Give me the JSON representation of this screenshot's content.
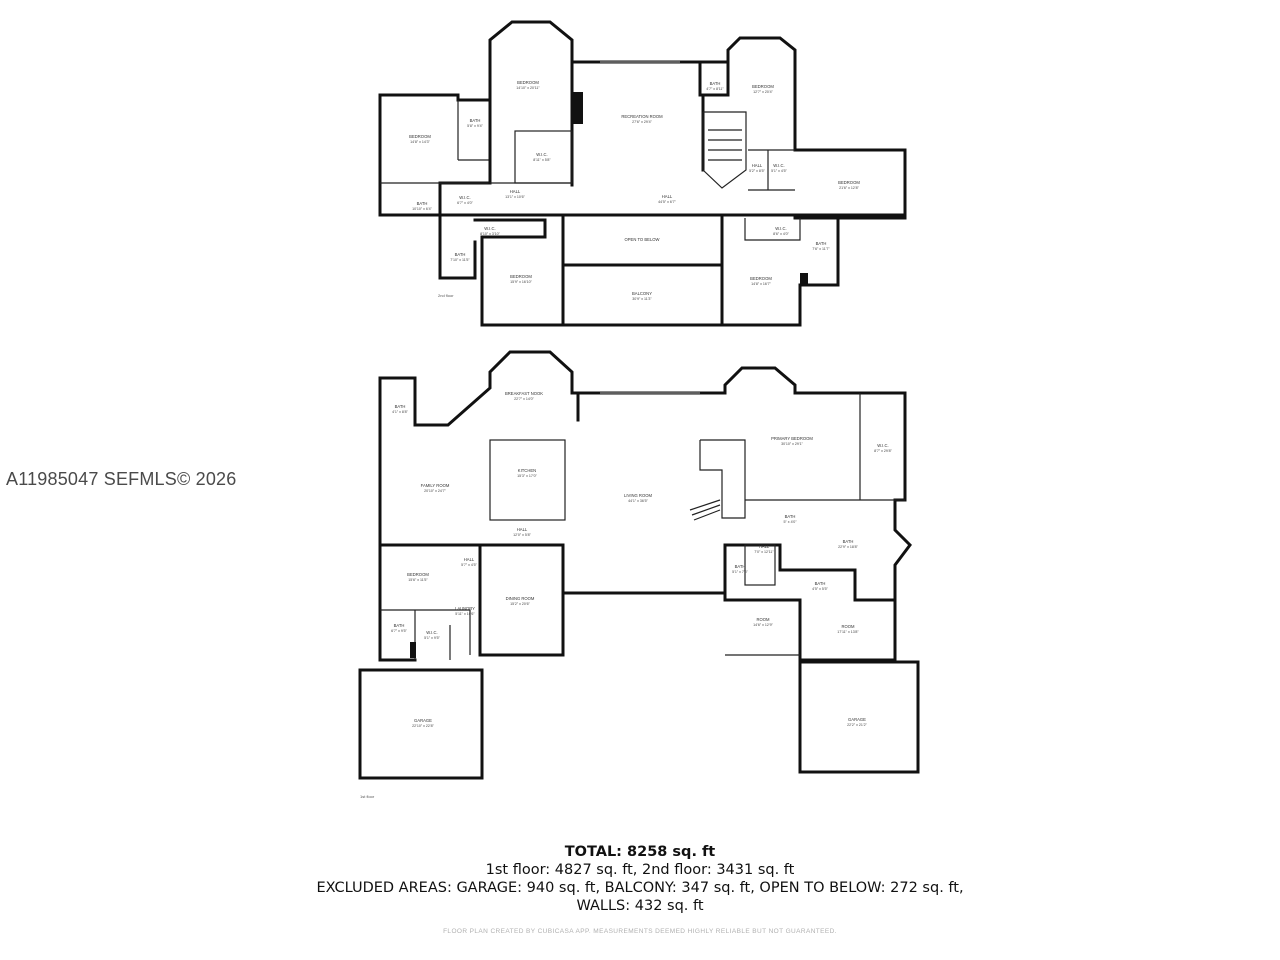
{
  "watermark": "A11985047  SEFMLS© 2026",
  "floor_labels": {
    "second": "2nd floor",
    "first": "1st floor"
  },
  "second_floor_rooms": [
    {
      "id": "bedroom-a",
      "name": "BEDROOM",
      "dims": "14'10\" x 20'11\""
    },
    {
      "id": "bath-a",
      "name": "BATH",
      "dims": "5'8\" x 9'4\""
    },
    {
      "id": "bedroom-b",
      "name": "BEDROOM",
      "dims": "14'8\" x 14'3\""
    },
    {
      "id": "wic-a",
      "name": "W.I.C.",
      "dims": "8'11\" x 5'8\""
    },
    {
      "id": "recreation",
      "name": "RECREATION ROOM",
      "dims": "27'6\" x 29'4\""
    },
    {
      "id": "bath-b",
      "name": "BATH",
      "dims": "4'7\" x 8'11\""
    },
    {
      "id": "bedroom-c",
      "name": "BEDROOM",
      "dims": "12'7\" x 20'4\""
    },
    {
      "id": "hall-a",
      "name": "HALL",
      "dims": "13'1\" x 10'6\""
    },
    {
      "id": "hall-b",
      "name": "HALL",
      "dims": "44'5\" x 6'7\""
    },
    {
      "id": "hall-c",
      "name": "HALL",
      "dims": "5'2\" x 8'5\""
    },
    {
      "id": "wic-b",
      "name": "W.I.C.",
      "dims": "5'1\" x 4'5\""
    },
    {
      "id": "bedroom-d",
      "name": "BEDROOM",
      "dims": "21'6\" x 12'8\""
    },
    {
      "id": "bath-c",
      "name": "BATH",
      "dims": "10'10\" x 6'4\""
    },
    {
      "id": "wic-c",
      "name": "W.I.C.",
      "dims": "6'7\" x 4'0\""
    },
    {
      "id": "wic-d",
      "name": "W.I.C.",
      "dims": "8'10\" x 3'10\""
    },
    {
      "id": "open-below",
      "name": "OPEN TO BELOW",
      "dims": ""
    },
    {
      "id": "wic-e",
      "name": "W.I.C.",
      "dims": "8'6\" x 4'0\""
    },
    {
      "id": "bath-d",
      "name": "BATH",
      "dims": "7'6\" x 11'7\""
    },
    {
      "id": "bath-e",
      "name": "BATH",
      "dims": "7'10\" x 11'5\""
    },
    {
      "id": "bedroom-e",
      "name": "BEDROOM",
      "dims": "15'9\" x 16'10\""
    },
    {
      "id": "balcony",
      "name": "BALCONY",
      "dims": "30'9\" x 11'3\""
    },
    {
      "id": "bedroom-f",
      "name": "BEDROOM",
      "dims": "14'8\" x 16'7\""
    }
  ],
  "first_floor_rooms": [
    {
      "id": "breakfast",
      "name": "BREAKFAST NOOK",
      "dims": "22'7\" x 14'0\""
    },
    {
      "id": "bath-f",
      "name": "BATH",
      "dims": "4'1\" x 8'8\""
    },
    {
      "id": "family",
      "name": "FAMILY ROOM",
      "dims": "20'10\" x 24'7\""
    },
    {
      "id": "kitchen",
      "name": "KITCHEN",
      "dims": "15'3\" x 17'0\""
    },
    {
      "id": "living",
      "name": "LIVING ROOM",
      "dims": "44'1\" x 36'5\""
    },
    {
      "id": "primary",
      "name": "PRIMARY BEDROOM",
      "dims": "30'10\" x 29'1\""
    },
    {
      "id": "wic-f",
      "name": "W.I.C.",
      "dims": "8'7\" x 29'8\""
    },
    {
      "id": "hall-d",
      "name": "HALL",
      "dims": "12'0\" x 5'8\""
    },
    {
      "id": "bath-g",
      "name": "BATH",
      "dims": "5'' x 4'0\""
    },
    {
      "id": "bath-h",
      "name": "BATH",
      "dims": "22'9\" x 18'8\""
    },
    {
      "id": "hall-e",
      "name": "HALL",
      "dims": "7'0\" x 12'11\""
    },
    {
      "id": "bedroom-g",
      "name": "BEDROOM",
      "dims": "15'6\" x 11'5\""
    },
    {
      "id": "hall-f",
      "name": "HALL",
      "dims": "5'7\" x 4'5\""
    },
    {
      "id": "dining",
      "name": "DINING ROOM",
      "dims": "15'2\" x 20'6\""
    },
    {
      "id": "bath-i",
      "name": "BATH",
      "dims": "5'1\" x 7'6\""
    },
    {
      "id": "bath-j",
      "name": "BATH",
      "dims": "4'5\" x 5'5\""
    },
    {
      "id": "laundry",
      "name": "LAUNDRY",
      "dims": "5'11\" x 10'6\""
    },
    {
      "id": "bath-k",
      "name": "BATH",
      "dims": "6'7\" x 9'5\""
    },
    {
      "id": "wic-g",
      "name": "W.I.C.",
      "dims": "5'1\" x 9'5\""
    },
    {
      "id": "room-a",
      "name": "ROOM",
      "dims": "14'6\" x 12'9\""
    },
    {
      "id": "room-b",
      "name": "ROOM",
      "dims": "17'11\" x 13'8\""
    },
    {
      "id": "garage-a",
      "name": "GARAGE",
      "dims": "22'10\" x 22'8\""
    },
    {
      "id": "garage-b",
      "name": "GARAGE",
      "dims": "22'2\" x 21'2\""
    }
  ],
  "totals": {
    "total": "TOTAL: 8258 sq. ft",
    "floors": "1st floor: 4827 sq. ft, 2nd floor: 3431 sq. ft",
    "excluded": "EXCLUDED AREAS: GARAGE: 940 sq. ft, BALCONY: 347 sq. ft, OPEN TO BELOW: 272 sq. ft,",
    "walls": "WALLS: 432 sq. ft"
  },
  "credit": "FLOOR PLAN CREATED BY CUBICASA APP. MEASUREMENTS DEEMED HIGHLY RELIABLE BUT NOT GUARANTEED."
}
